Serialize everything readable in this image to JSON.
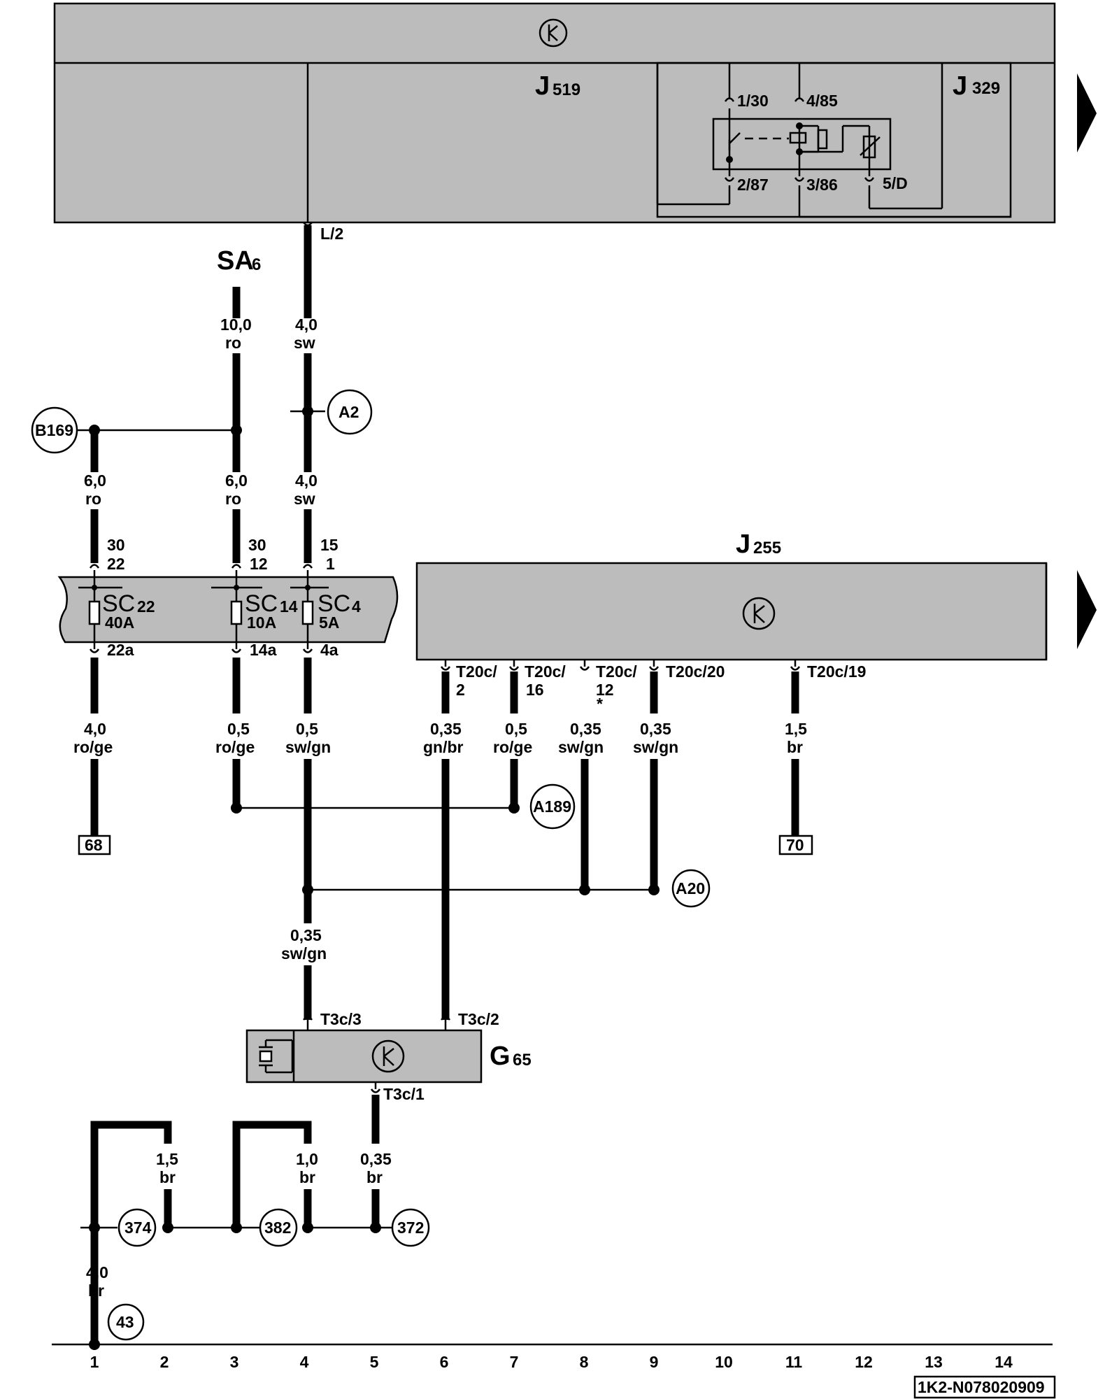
{
  "components": {
    "j519": {
      "name": "J",
      "sub": "519"
    },
    "j329": {
      "name": "J",
      "sub": "329"
    },
    "j255": {
      "name": "J",
      "sub": "255"
    },
    "g65": {
      "name": "G",
      "sub": "65"
    },
    "sa6": {
      "name": "SA",
      "sub": "6"
    },
    "sc22": {
      "name": "SC",
      "sub": "22",
      "rating": "40A"
    },
    "sc14": {
      "name": "SC",
      "sub": "14",
      "rating": "10A"
    },
    "sc4": {
      "name": "SC",
      "sub": "4",
      "rating": "5A"
    }
  },
  "relay_pins": {
    "p130": "1/30",
    "p485": "4/85",
    "p287": "2/87",
    "p386": "3/86",
    "p5d": "5/D"
  },
  "pins": {
    "l2": "L/2",
    "sc22_in_a": "30",
    "sc22_in_b": "22",
    "sc22_out": "22a",
    "sc14_in_a": "30",
    "sc14_in_b": "12",
    "sc14_out": "14a",
    "sc4_in_a": "15",
    "sc4_in_b": "1",
    "sc4_out": "4a",
    "t20c2_a": "T20c/",
    "t20c2_b": "2",
    "t20c16_a": "T20c/",
    "t20c16_b": "16",
    "t20c12_a": "T20c/",
    "t20c12_b": "12",
    "t20c12_star": "*",
    "t20c20": "T20c/20",
    "t20c19": "T20c/19",
    "t3c3": "T3c/3",
    "t3c2": "T3c/2",
    "t3c1": "T3c/1"
  },
  "wires": {
    "sa6_main": {
      "size": "10,0",
      "color": "ro"
    },
    "l2_main": {
      "size": "4,0",
      "color": "sw"
    },
    "b169_branch": {
      "size": "6,0",
      "color": "ro"
    },
    "sa6_branch": {
      "size": "6,0",
      "color": "ro"
    },
    "a2_down": {
      "size": "4,0",
      "color": "sw"
    },
    "w22a": {
      "size": "4,0",
      "color": "ro/ge"
    },
    "w14a": {
      "size": "0,5",
      "color": "ro/ge"
    },
    "w4a": {
      "size": "0,5",
      "color": "sw/gn"
    },
    "w_t2": {
      "size": "0,35",
      "color": "gn/br"
    },
    "w_t16": {
      "size": "0,5",
      "color": "ro/ge"
    },
    "w_t12": {
      "size": "0,35",
      "color": "sw/gn"
    },
    "w_t20": {
      "size": "0,35",
      "color": "sw/gn"
    },
    "w_t19": {
      "size": "1,5",
      "color": "br"
    },
    "w_g65_in": {
      "size": "0,35",
      "color": "sw/gn"
    },
    "w_gnd2": {
      "size": "1,5",
      "color": "br"
    },
    "w_gnd4": {
      "size": "1,0",
      "color": "br"
    },
    "w_gnd5": {
      "size": "0,35",
      "color": "br"
    },
    "w_gnd1": {
      "size": "4,0",
      "color": "br"
    }
  },
  "connectors": {
    "b169": "B169",
    "a2": "A2",
    "a189": "A189",
    "a20": "A20",
    "g374": "374",
    "g382": "382",
    "g372": "372",
    "g43": "43"
  },
  "refs": {
    "r68": "68",
    "r70": "70"
  },
  "track_numbers": [
    "1",
    "2",
    "3",
    "4",
    "5",
    "6",
    "7",
    "8",
    "9",
    "10",
    "11",
    "12",
    "13",
    "14"
  ],
  "diagram_code": "1K2-N078020909"
}
